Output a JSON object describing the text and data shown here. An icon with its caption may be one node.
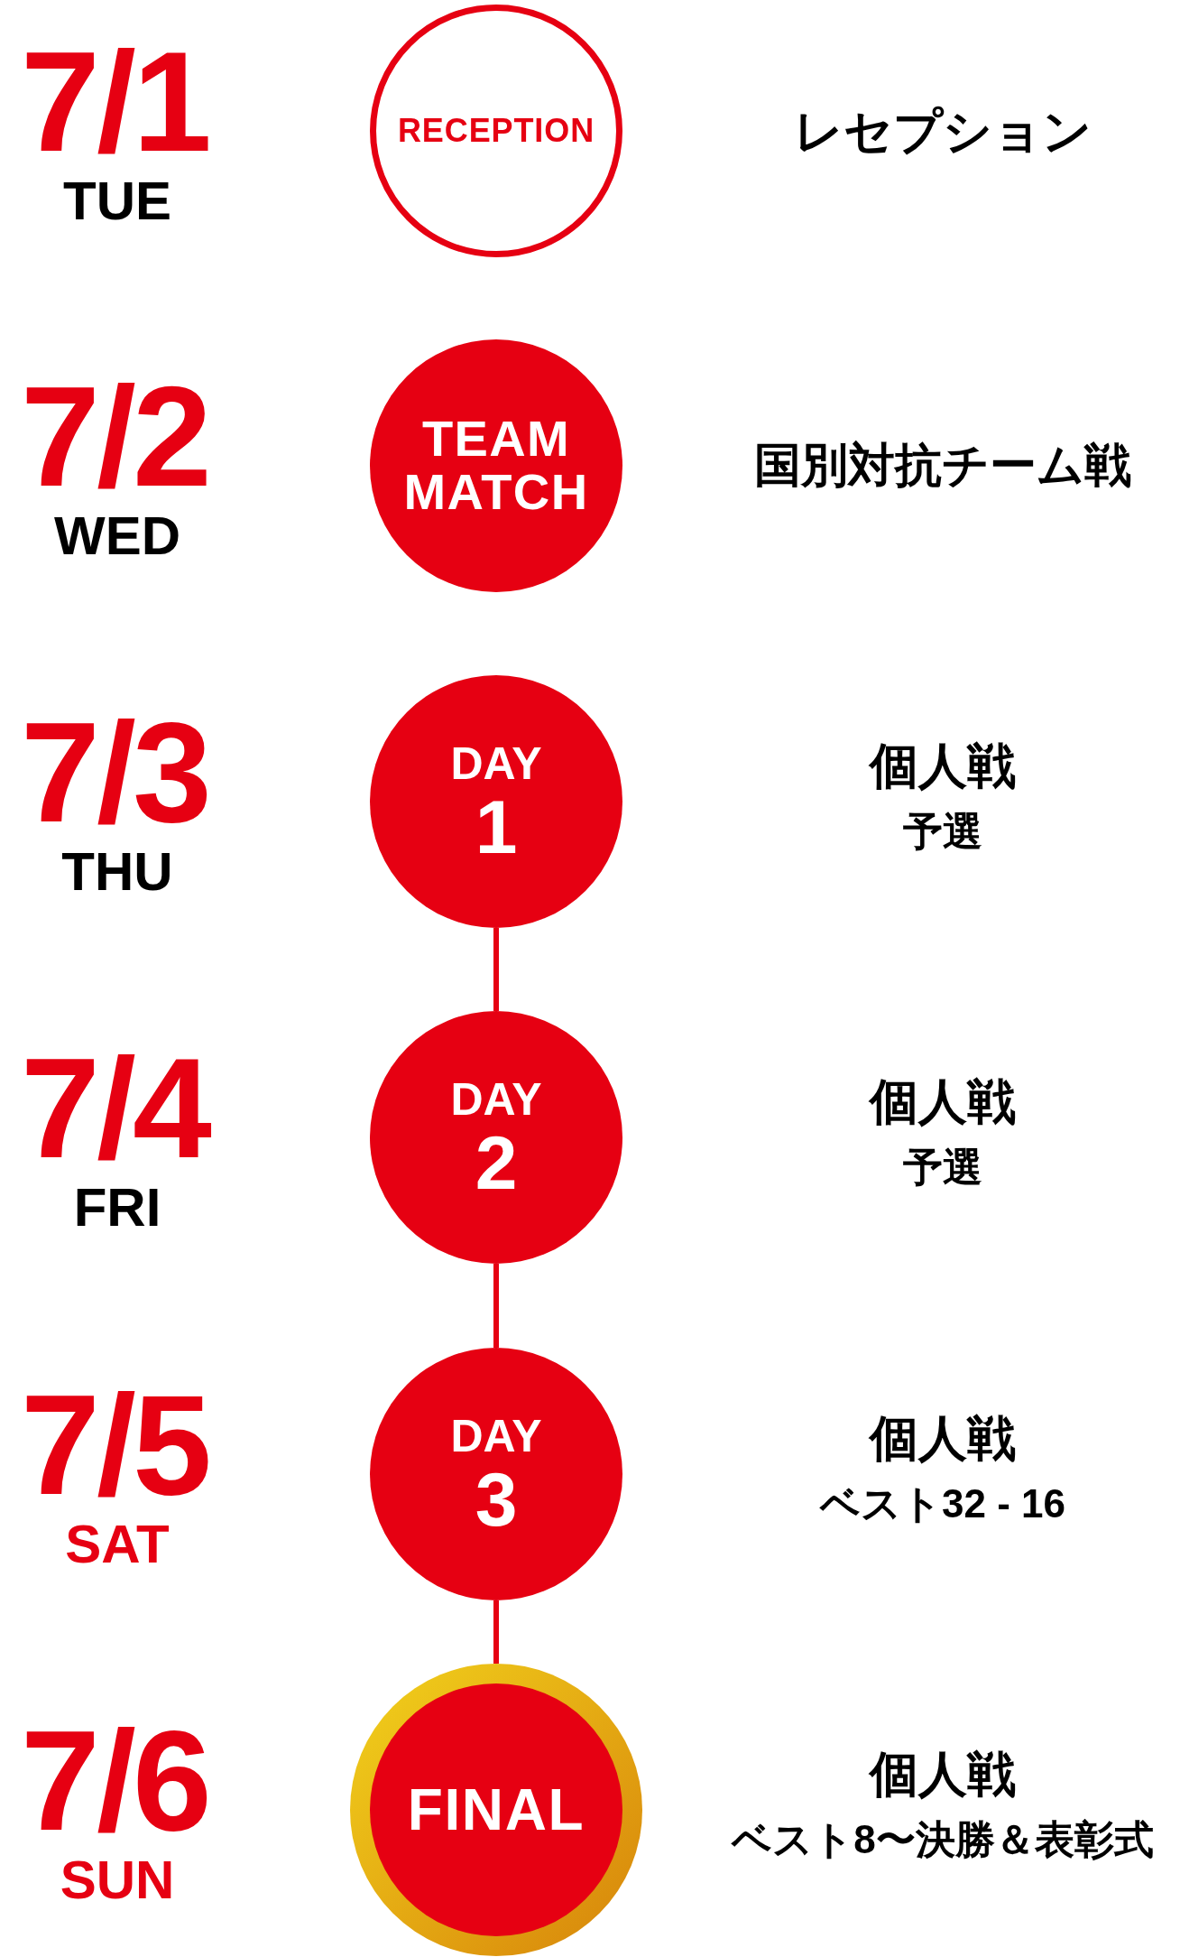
{
  "diagram": {
    "nodes": [
      {
        "text": [
          "RECEPTION"
        ],
        "beside": [
          "7/1",
          "TUE",
          "レセプション"
        ]
      },
      {
        "text": [
          "TEAM MATCH"
        ],
        "beside": [
          "7/2",
          "WED",
          "国別対抗チーム戦"
        ]
      },
      {
        "text": [
          "DAY",
          "1"
        ],
        "beside": [
          "7/3",
          "THU",
          "個人戦",
          "予選"
        ]
      },
      {
        "text": [
          "DAY",
          "2"
        ],
        "beside": [
          "7/4",
          "FRI",
          "個人戦",
          "予選"
        ]
      },
      {
        "text": [
          "DAY",
          "3"
        ],
        "beside": [
          "7/5",
          "SAT",
          "個人戦",
          "ベスト32 - 16"
        ]
      },
      {
        "text": [
          "FINAL"
        ],
        "beside": [
          "7/6",
          "SUN",
          "個人戦",
          "ベスト8〜決勝＆表彰式"
        ]
      }
    ],
    "edges": [
      {
        "from": 2,
        "to": 3,
        "arrow": "none"
      },
      {
        "from": 3,
        "to": 4,
        "arrow": "none"
      },
      {
        "from": 4,
        "to": 5,
        "arrow": "none"
      }
    ]
  }
}
